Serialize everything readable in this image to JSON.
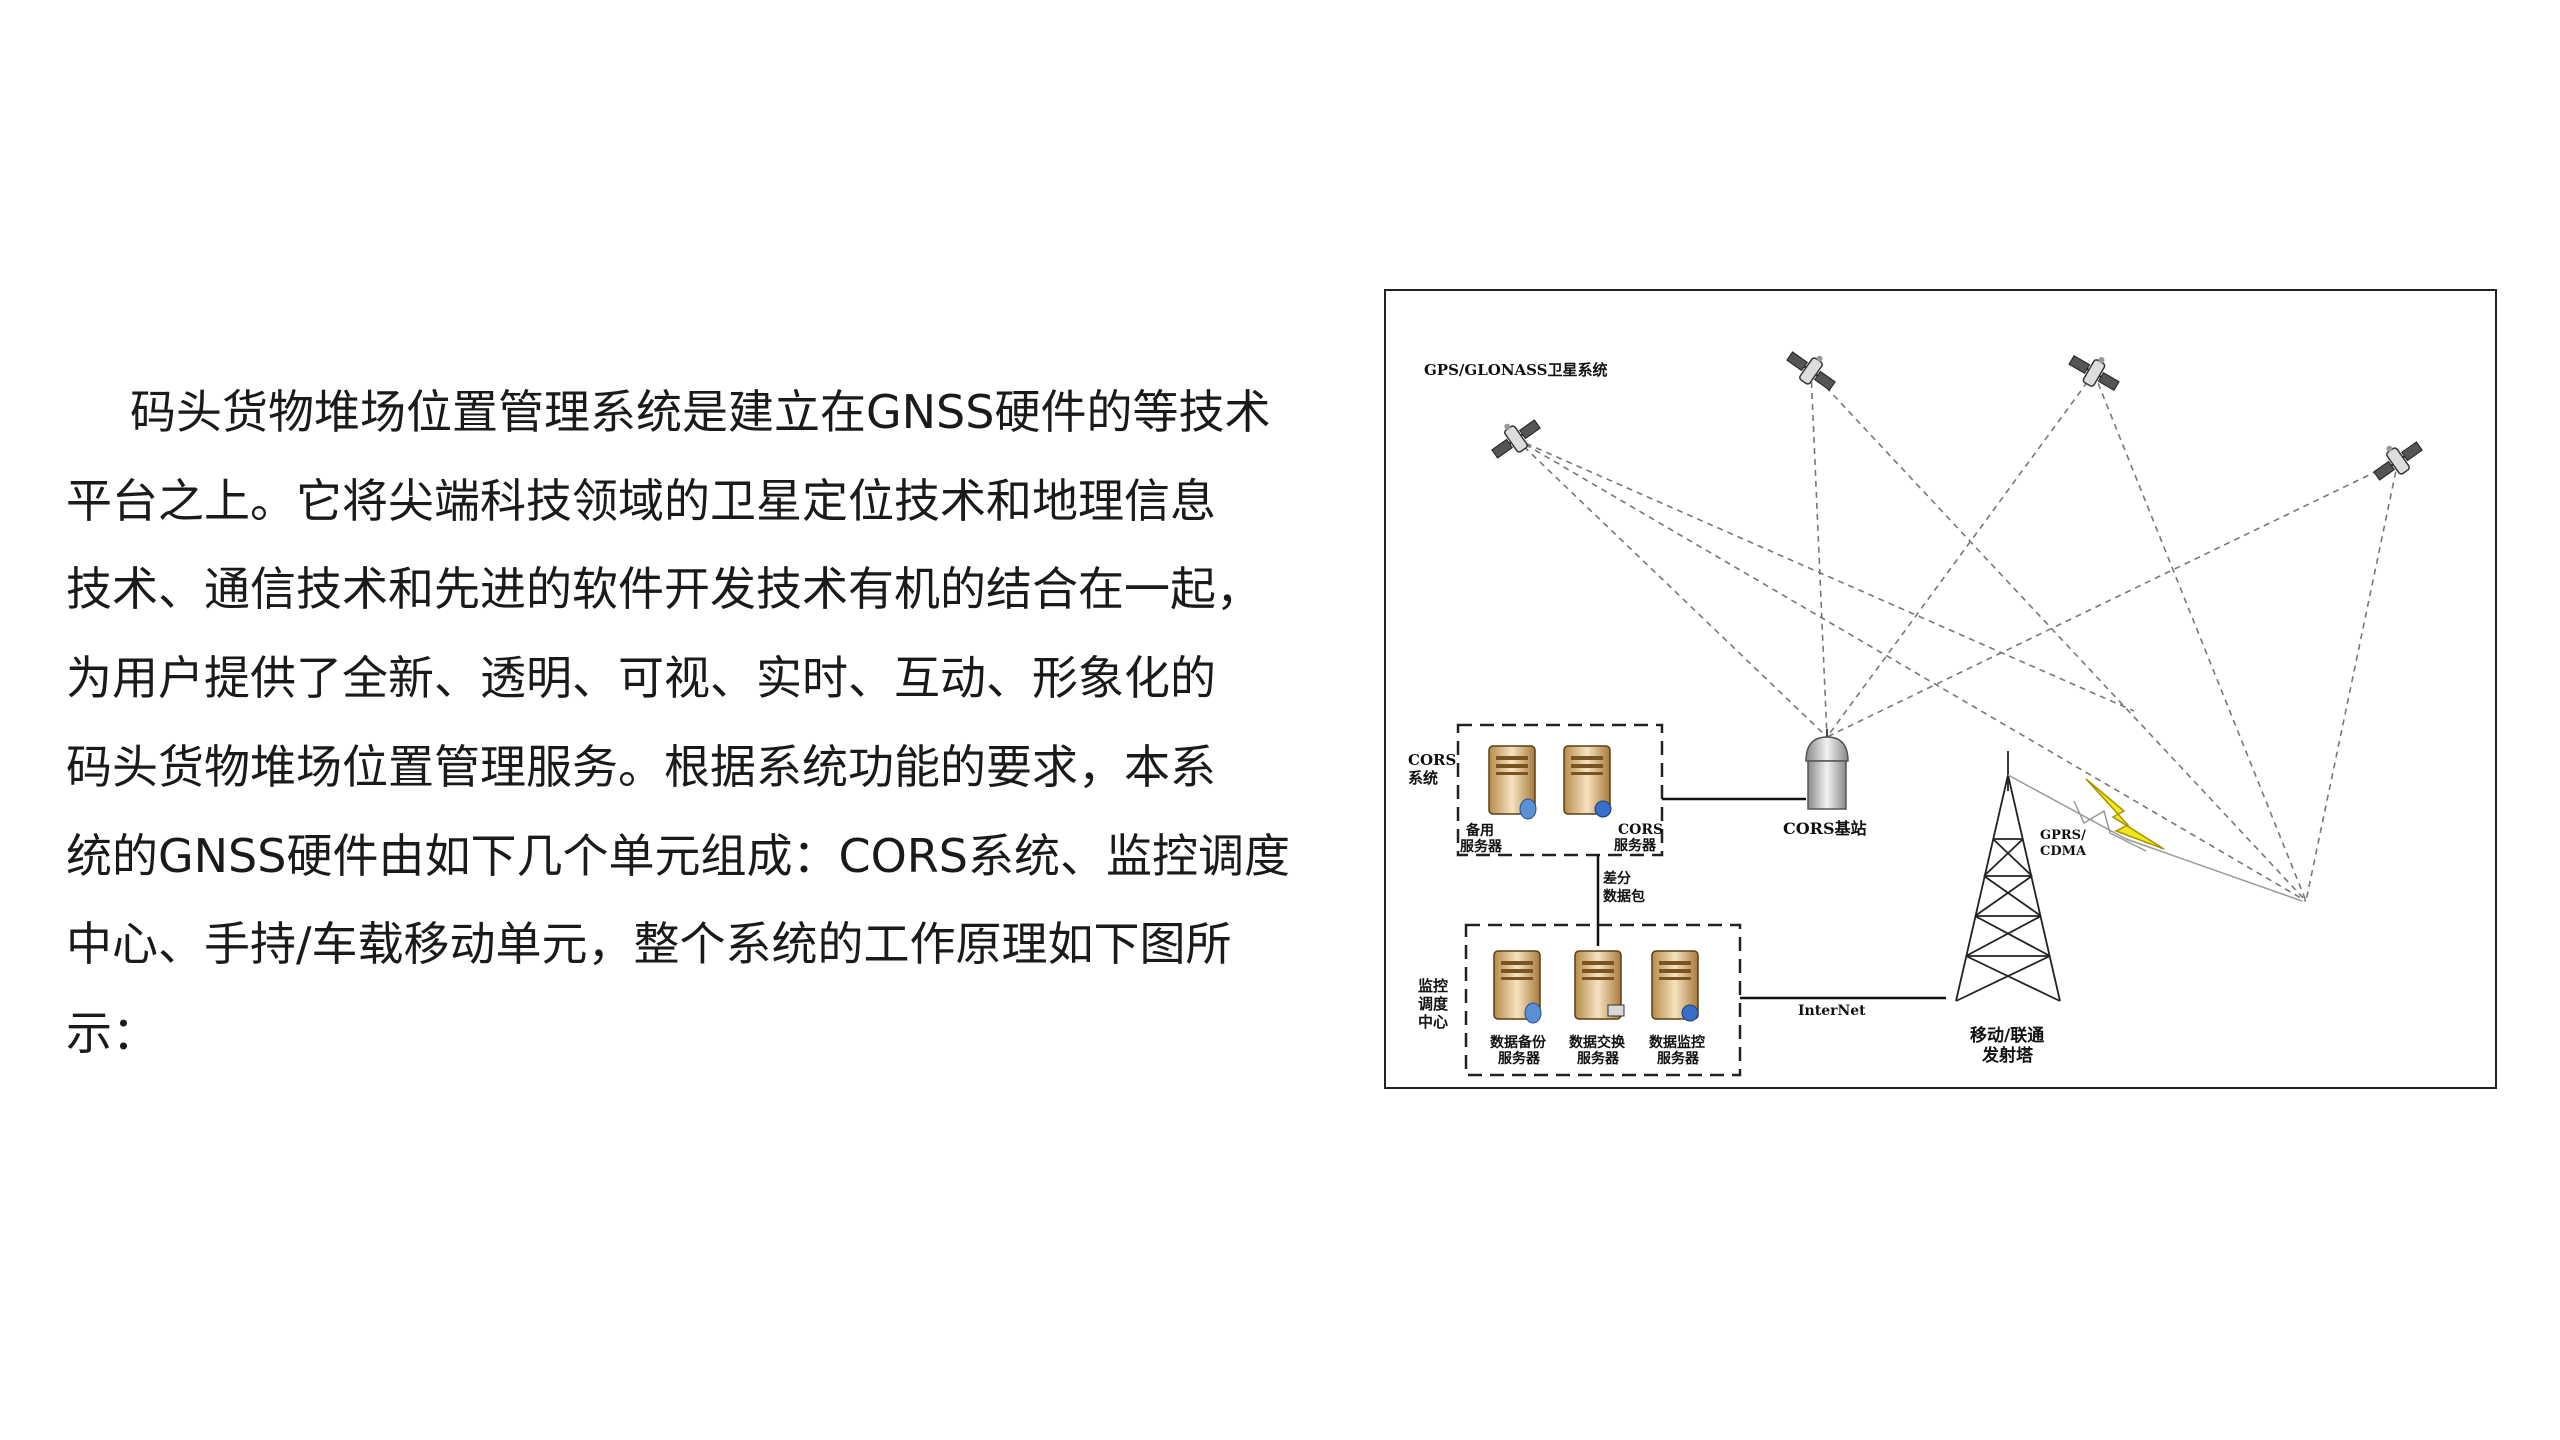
{
  "paragraph": {
    "lines": [
      "码头货物堆场位置管理系统是建立在GNSS硬件的等技术",
      "平台之上。它将尖端科技领域的卫星定位技术和地理信息",
      "技术、通信技术和先进的软件开发技术有机的结合在一起，",
      "为用户提供了全新、透明、可视、实时、互动、形象化的",
      "码头货物堆场位置管理服务。根据系统功能的要求，本系",
      "统的GNSS硬件由如下几个单元组成：CORS系统、监控调度",
      "中心、手持/车载移动单元，整个系统的工作原理如下图所",
      "示："
    ]
  },
  "diagram": {
    "satellite_system_label": "GPS/GLONASS卫星系统",
    "cors_system_label": [
      "CORS",
      "系统"
    ],
    "backup_server_label": [
      "备用",
      "服务器"
    ],
    "cors_server_label": [
      "CORS",
      "服务器"
    ],
    "diff_packet_label": [
      "差分",
      "数据包"
    ],
    "cors_base_label": "CORS基站",
    "monitor_center_label": [
      "监控",
      "调度",
      "中心"
    ],
    "data_backup_server_label": [
      "数据备份",
      "服务器"
    ],
    "data_exchange_server_label": [
      "数据交换",
      "服务器"
    ],
    "data_monitor_server_label": [
      "数据监控",
      "服务器"
    ],
    "internet_label": "InterNet",
    "gprs_label": [
      "GPRS/",
      "CDMA"
    ],
    "tower_label": [
      "移动/联通",
      "发射塔"
    ]
  }
}
